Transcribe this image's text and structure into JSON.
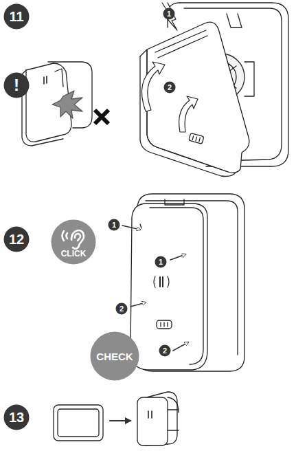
{
  "diagram": {
    "nodes": [
      {
        "text": [
          "11"
        ]
      },
      {
        "text": [
          "!"
        ]
      },
      {
        "text": [
          "1"
        ]
      },
      {
        "text": [
          "2"
        ]
      },
      {
        "text": [
          "12"
        ]
      },
      {
        "text": [
          "CLICK"
        ]
      },
      {
        "text": [
          "1"
        ]
      },
      {
        "text": [
          "1"
        ]
      },
      {
        "text": [
          "2"
        ]
      },
      {
        "text": [
          "CHECK"
        ]
      },
      {
        "text": [
          "2"
        ]
      },
      {
        "text": [
          "13"
        ]
      }
    ]
  }
}
